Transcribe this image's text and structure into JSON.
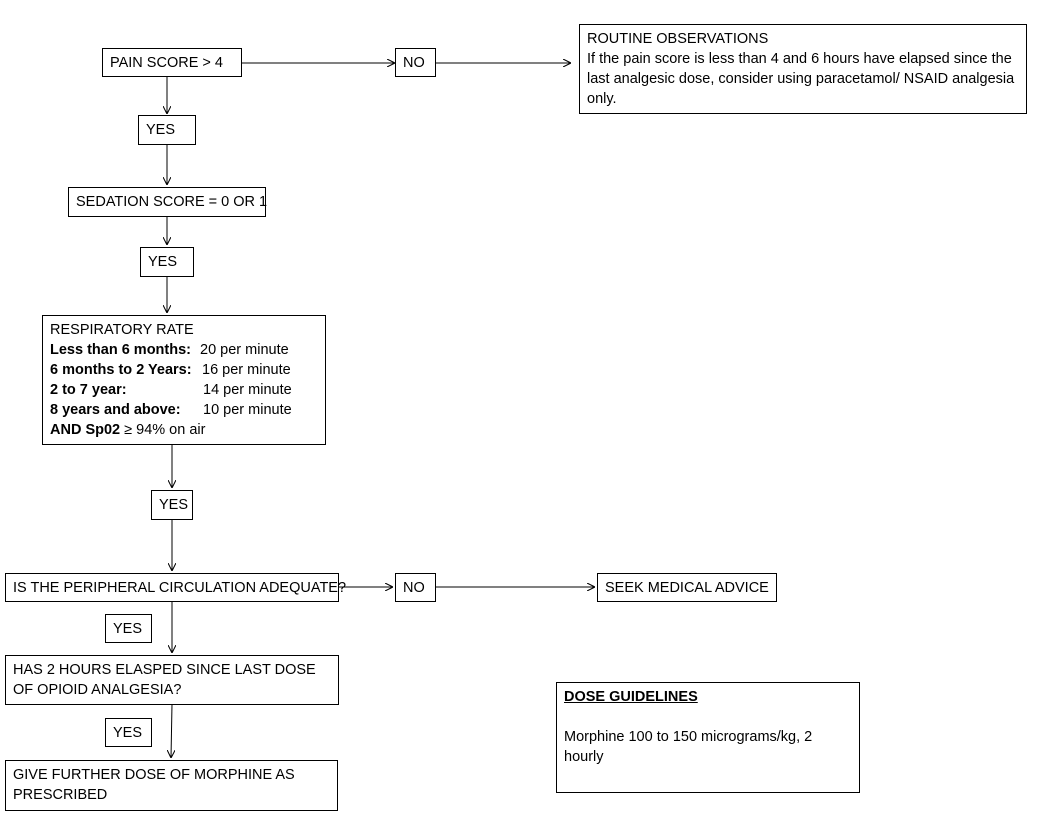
{
  "pain_score": "PAIN SCORE > 4",
  "no_1": "NO",
  "routine": {
    "title": "ROUTINE OBSERVATIONS",
    "body": "If the pain score is less than 4 and 6 hours have elapsed since the last analgesic dose, consider using paracetamol/ NSAID analgesia only."
  },
  "yes_1": "YES",
  "sedation_score": "SEDATION SCORE = 0 OR 1",
  "yes_2": "YES",
  "respiratory": {
    "title": "RESPIRATORY RATE",
    "rows": [
      {
        "label": "Less than 6 months:",
        "value": "20 per minute"
      },
      {
        "label": "6 months to 2 Years:",
        "value": "16 per minute"
      },
      {
        "label": "2 to 7 year:",
        "value": "14 per minute"
      },
      {
        "label": "8 years and above:",
        "value": "10 per minute"
      }
    ],
    "spo2_bold": "AND Sp02",
    "spo2_rest": " ≥ 94% on air"
  },
  "yes_3": "YES",
  "circulation": "IS THE PERIPHERAL CIRCULATION ADEQUATE?",
  "no_2": "NO",
  "seek_advice": "SEEK MEDICAL ADVICE",
  "yes_4": "YES",
  "elapsed": "HAS 2 HOURS ELASPED SINCE LAST DOSE OF OPIOID ANALGESIA?",
  "yes_5": "YES",
  "further_dose": "GIVE FURTHER DOSE OF MORPHINE AS PRESCRIBED",
  "dose": {
    "title": "DOSE GUIDELINES",
    "body": "Morphine 100 to 150 micrograms/kg, 2 hourly"
  }
}
